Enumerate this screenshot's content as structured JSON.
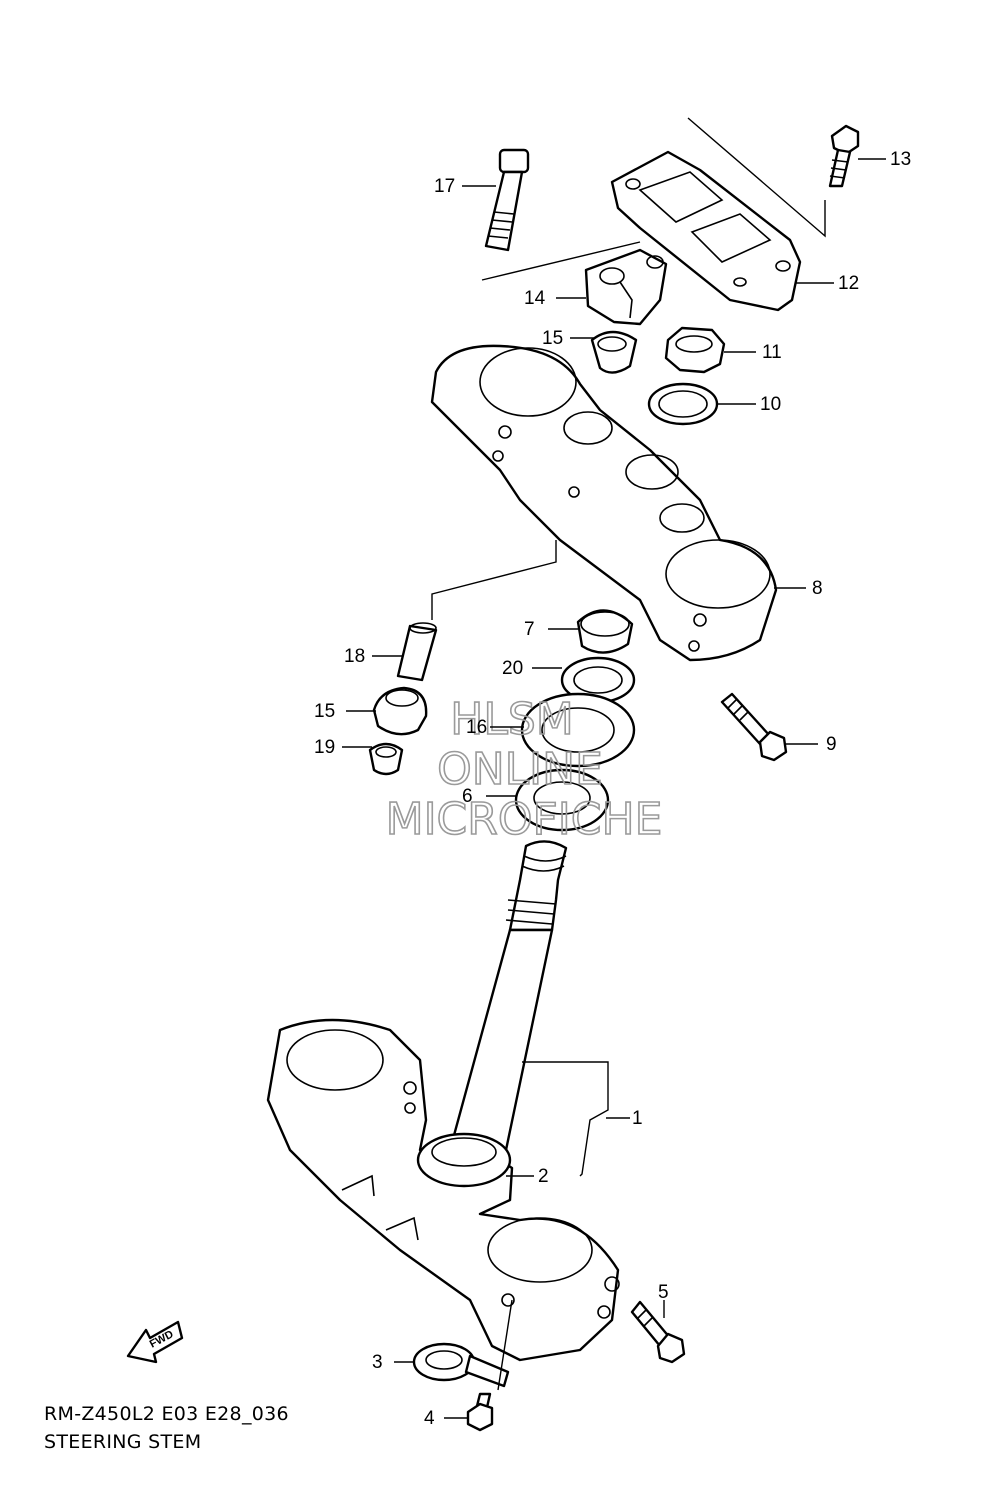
{
  "diagram": {
    "code": "RM-Z450L2 E03 E28_036",
    "title": "STEERING STEM",
    "fwd_label": "FWD",
    "watermark": [
      "HLSM",
      "ONLINE",
      "MICROFICHE"
    ],
    "callouts": [
      {
        "id": "c1",
        "label": "1"
      },
      {
        "id": "c2",
        "label": "2"
      },
      {
        "id": "c3",
        "label": "3"
      },
      {
        "id": "c4",
        "label": "4"
      },
      {
        "id": "c5",
        "label": "5"
      },
      {
        "id": "c6",
        "label": "6"
      },
      {
        "id": "c7",
        "label": "7"
      },
      {
        "id": "c8",
        "label": "8"
      },
      {
        "id": "c9",
        "label": "9"
      },
      {
        "id": "c10",
        "label": "10"
      },
      {
        "id": "c11",
        "label": "11"
      },
      {
        "id": "c12",
        "label": "12"
      },
      {
        "id": "c13",
        "label": "13"
      },
      {
        "id": "c14",
        "label": "14"
      },
      {
        "id": "c15a",
        "label": "15"
      },
      {
        "id": "c15b",
        "label": "15"
      },
      {
        "id": "c16",
        "label": "16"
      },
      {
        "id": "c17",
        "label": "17"
      },
      {
        "id": "c18",
        "label": "18"
      },
      {
        "id": "c19",
        "label": "19"
      },
      {
        "id": "c20",
        "label": "20"
      }
    ]
  }
}
